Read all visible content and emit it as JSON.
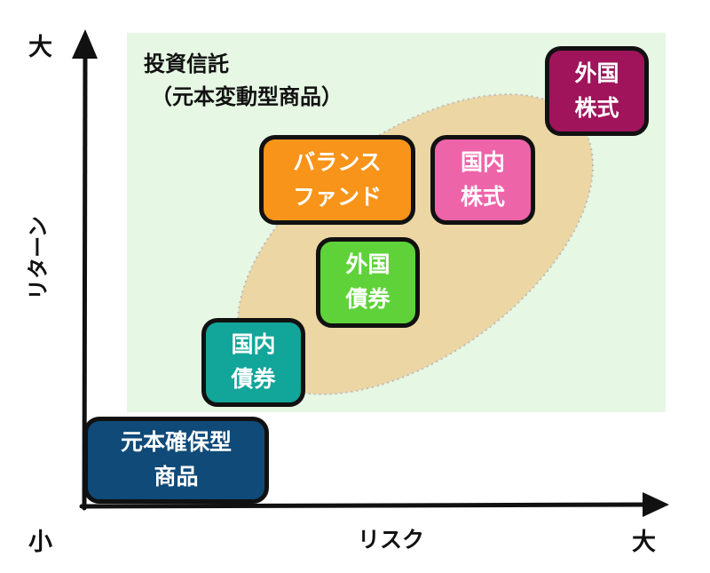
{
  "axes": {
    "y_label": "リターン",
    "y_high": "大",
    "x_label": "リスク",
    "x_high": "大",
    "origin_low": "小"
  },
  "region": {
    "title_line1": "投資信託",
    "title_line2": "（元本変動型商品）",
    "color": "#e6f7e4",
    "ellipse_color": "#ecd6a4"
  },
  "products": [
    {
      "line1": "元本確保型",
      "line2": "商品",
      "color": "#0f4a78"
    },
    {
      "line1": "国内",
      "line2": "債券",
      "color": "#12a59a"
    },
    {
      "line1": "外国",
      "line2": "債券",
      "color": "#5fd23a"
    },
    {
      "line1": "バランス",
      "line2": "ファンド",
      "color": "#f79419"
    },
    {
      "line1": "国内",
      "line2": "株式",
      "color": "#ee64a9"
    },
    {
      "line1": "外国",
      "line2": "株式",
      "color": "#a0145b"
    }
  ]
}
